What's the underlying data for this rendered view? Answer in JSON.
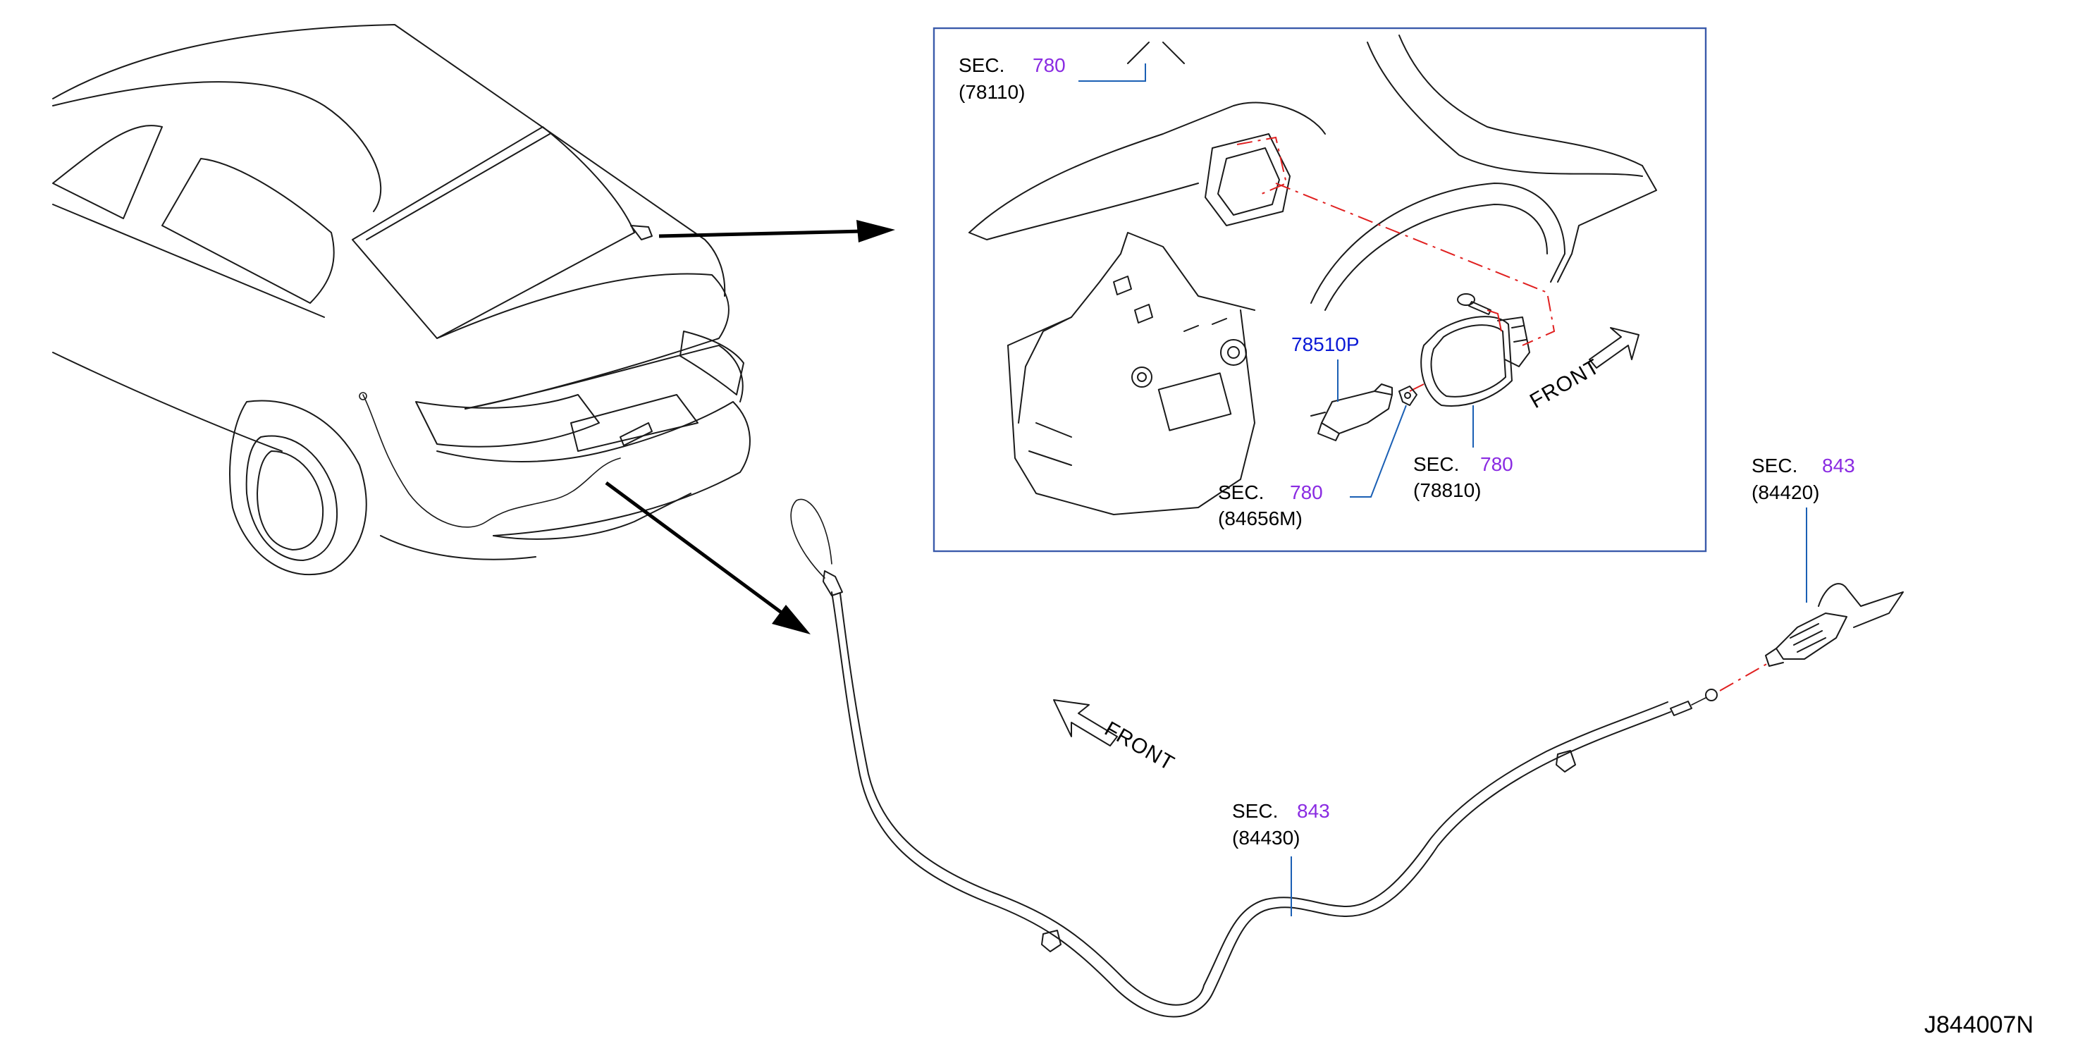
{
  "callouts": {
    "c1": {
      "sec": "SEC.",
      "num": "780",
      "part": "(78110)"
    },
    "c2": {
      "part": "78510P"
    },
    "c3": {
      "sec": "SEC.",
      "num": "780",
      "part": "(84656M)"
    },
    "c4": {
      "sec": "SEC.",
      "num": "780",
      "part": "(78810)"
    },
    "c5": {
      "sec": "SEC.",
      "num": "843",
      "part": "(84420)"
    },
    "c6": {
      "sec": "SEC.",
      "num": "843",
      "part": "(84430)"
    }
  },
  "front_label_detail": "FRONT",
  "front_label_main": "FRONT",
  "diagram_code": "J844007N",
  "colors": {
    "section_number": "#8a2be2",
    "part_number_highlight": "#0a19d6",
    "leader_line": "#1a5fb4",
    "dash_line": "#e02020",
    "detail_frame": "#3b5bab"
  }
}
